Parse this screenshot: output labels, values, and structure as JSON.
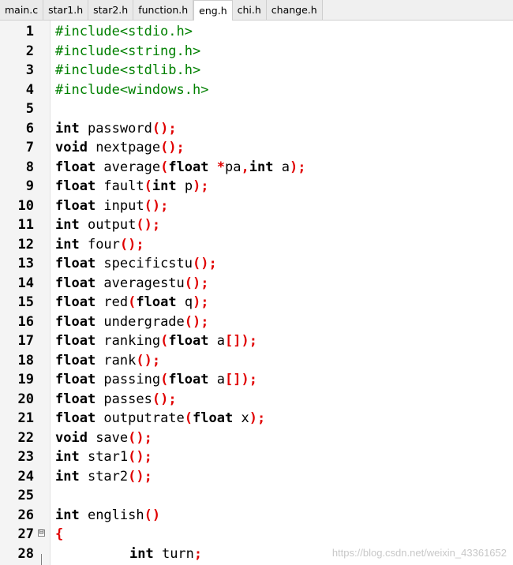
{
  "tabs": [
    {
      "label": "main.c",
      "active": false
    },
    {
      "label": "star1.h",
      "active": false
    },
    {
      "label": "star2.h",
      "active": false
    },
    {
      "label": "function.h",
      "active": false
    },
    {
      "label": "eng.h",
      "active": true
    },
    {
      "label": "chi.h",
      "active": false
    },
    {
      "label": "change.h",
      "active": false
    }
  ],
  "colors": {
    "preprocessor": "#008000",
    "keyword": "#000000",
    "operator": "#e00000",
    "identifier": "#000000",
    "gutter": "#f4f4f4"
  },
  "lines": [
    {
      "n": "1",
      "tokens": [
        [
          "pp",
          "#include<stdio.h>"
        ]
      ]
    },
    {
      "n": "2",
      "tokens": [
        [
          "pp",
          "#include<string.h>"
        ]
      ]
    },
    {
      "n": "3",
      "tokens": [
        [
          "pp",
          "#include<stdlib.h>"
        ]
      ]
    },
    {
      "n": "4",
      "tokens": [
        [
          "pp",
          "#include<windows.h>"
        ]
      ]
    },
    {
      "n": "5",
      "tokens": []
    },
    {
      "n": "6",
      "tokens": [
        [
          "kw",
          "int"
        ],
        [
          "id",
          " password"
        ],
        [
          "op",
          "();"
        ]
      ]
    },
    {
      "n": "7",
      "tokens": [
        [
          "kw",
          "void"
        ],
        [
          "id",
          " nextpage"
        ],
        [
          "op",
          "();"
        ]
      ]
    },
    {
      "n": "8",
      "tokens": [
        [
          "kw",
          "float"
        ],
        [
          "id",
          " average"
        ],
        [
          "op",
          "("
        ],
        [
          "kw",
          "float"
        ],
        [
          "id",
          " "
        ],
        [
          "op",
          "*"
        ],
        [
          "id",
          "pa"
        ],
        [
          "op",
          ","
        ],
        [
          "kw",
          "int"
        ],
        [
          "id",
          " a"
        ],
        [
          "op",
          ");"
        ]
      ]
    },
    {
      "n": "9",
      "tokens": [
        [
          "kw",
          "float"
        ],
        [
          "id",
          " fault"
        ],
        [
          "op",
          "("
        ],
        [
          "kw",
          "int"
        ],
        [
          "id",
          " p"
        ],
        [
          "op",
          ");"
        ]
      ]
    },
    {
      "n": "10",
      "tokens": [
        [
          "kw",
          "float"
        ],
        [
          "id",
          " input"
        ],
        [
          "op",
          "();"
        ]
      ]
    },
    {
      "n": "11",
      "tokens": [
        [
          "kw",
          "int"
        ],
        [
          "id",
          " output"
        ],
        [
          "op",
          "();"
        ]
      ]
    },
    {
      "n": "12",
      "tokens": [
        [
          "kw",
          "int"
        ],
        [
          "id",
          " four"
        ],
        [
          "op",
          "();"
        ]
      ]
    },
    {
      "n": "13",
      "tokens": [
        [
          "kw",
          "float"
        ],
        [
          "id",
          " specificstu"
        ],
        [
          "op",
          "();"
        ]
      ]
    },
    {
      "n": "14",
      "tokens": [
        [
          "kw",
          "float"
        ],
        [
          "id",
          " averagestu"
        ],
        [
          "op",
          "();"
        ]
      ]
    },
    {
      "n": "15",
      "tokens": [
        [
          "kw",
          "float"
        ],
        [
          "id",
          " red"
        ],
        [
          "op",
          "("
        ],
        [
          "kw",
          "float"
        ],
        [
          "id",
          " q"
        ],
        [
          "op",
          ");"
        ]
      ]
    },
    {
      "n": "16",
      "tokens": [
        [
          "kw",
          "float"
        ],
        [
          "id",
          " undergrade"
        ],
        [
          "op",
          "();"
        ]
      ]
    },
    {
      "n": "17",
      "tokens": [
        [
          "kw",
          "float"
        ],
        [
          "id",
          " ranking"
        ],
        [
          "op",
          "("
        ],
        [
          "kw",
          "float"
        ],
        [
          "id",
          " a"
        ],
        [
          "op",
          "[]);"
        ]
      ]
    },
    {
      "n": "18",
      "tokens": [
        [
          "kw",
          "float"
        ],
        [
          "id",
          " rank"
        ],
        [
          "op",
          "();"
        ]
      ]
    },
    {
      "n": "19",
      "tokens": [
        [
          "kw",
          "float"
        ],
        [
          "id",
          " passing"
        ],
        [
          "op",
          "("
        ],
        [
          "kw",
          "float"
        ],
        [
          "id",
          " a"
        ],
        [
          "op",
          "[]);"
        ]
      ]
    },
    {
      "n": "20",
      "tokens": [
        [
          "kw",
          "float"
        ],
        [
          "id",
          " passes"
        ],
        [
          "op",
          "();"
        ]
      ]
    },
    {
      "n": "21",
      "tokens": [
        [
          "kw",
          "float"
        ],
        [
          "id",
          " outputrate"
        ],
        [
          "op",
          "("
        ],
        [
          "kw",
          "float"
        ],
        [
          "id",
          " x"
        ],
        [
          "op",
          ");"
        ]
      ]
    },
    {
      "n": "22",
      "tokens": [
        [
          "kw",
          "void"
        ],
        [
          "id",
          " save"
        ],
        [
          "op",
          "();"
        ]
      ]
    },
    {
      "n": "23",
      "tokens": [
        [
          "kw",
          "int"
        ],
        [
          "id",
          " star1"
        ],
        [
          "op",
          "();"
        ]
      ]
    },
    {
      "n": "24",
      "tokens": [
        [
          "kw",
          "int"
        ],
        [
          "id",
          " star2"
        ],
        [
          "op",
          "();"
        ]
      ]
    },
    {
      "n": "25",
      "tokens": []
    },
    {
      "n": "26",
      "tokens": [
        [
          "kw",
          "int"
        ],
        [
          "id",
          " english"
        ],
        [
          "op",
          "()"
        ]
      ]
    },
    {
      "n": "27",
      "fold": "⊟",
      "tokens": [
        [
          "op",
          "{"
        ]
      ]
    },
    {
      "n": "28",
      "indent": true,
      "tokens": [
        [
          "kw",
          "int"
        ],
        [
          "id",
          " turn"
        ],
        [
          "op",
          ";"
        ]
      ]
    }
  ],
  "watermark": "https://blog.csdn.net/weixin_43361652"
}
